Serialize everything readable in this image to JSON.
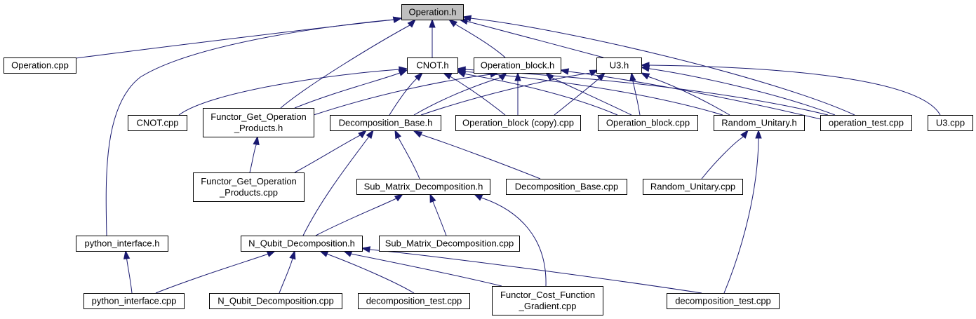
{
  "diagram": {
    "type": "include-dependency-graph",
    "nodes": [
      {
        "id": "operation_h",
        "lines": [
          "Operation.h"
        ],
        "root": true
      },
      {
        "id": "operation_cpp",
        "lines": [
          "Operation.cpp"
        ]
      },
      {
        "id": "cnot_h",
        "lines": [
          "CNOT.h"
        ]
      },
      {
        "id": "operation_block_h",
        "lines": [
          "Operation_block.h"
        ]
      },
      {
        "id": "u3_h",
        "lines": [
          "U3.h"
        ]
      },
      {
        "id": "cnot_cpp",
        "lines": [
          "CNOT.cpp"
        ]
      },
      {
        "id": "functor_get_h",
        "lines": [
          "Functor_Get_Operation",
          "_Products.h"
        ]
      },
      {
        "id": "decomposition_base_h",
        "lines": [
          "Decomposition_Base.h"
        ]
      },
      {
        "id": "operation_block_copy_cpp",
        "lines": [
          "Operation_block (copy).cpp"
        ]
      },
      {
        "id": "operation_block_cpp",
        "lines": [
          "Operation_block.cpp"
        ]
      },
      {
        "id": "random_unitary_h",
        "lines": [
          "Random_Unitary.h"
        ]
      },
      {
        "id": "operation_test_cpp",
        "lines": [
          "operation_test.cpp"
        ]
      },
      {
        "id": "u3_cpp",
        "lines": [
          "U3.cpp"
        ]
      },
      {
        "id": "functor_get_cpp",
        "lines": [
          "Functor_Get_Operation",
          "_Products.cpp"
        ]
      },
      {
        "id": "sub_matrix_h",
        "lines": [
          "Sub_Matrix_Decomposition.h"
        ]
      },
      {
        "id": "decomposition_base_cpp",
        "lines": [
          "Decomposition_Base.cpp"
        ]
      },
      {
        "id": "random_unitary_cpp",
        "lines": [
          "Random_Unitary.cpp"
        ]
      },
      {
        "id": "python_interface_h",
        "lines": [
          "python_interface.h"
        ]
      },
      {
        "id": "n_qubit_h",
        "lines": [
          "N_Qubit_Decomposition.h"
        ]
      },
      {
        "id": "sub_matrix_cpp",
        "lines": [
          "Sub_Matrix_Decomposition.cpp"
        ]
      },
      {
        "id": "python_interface_cpp",
        "lines": [
          "python_interface.cpp"
        ]
      },
      {
        "id": "n_qubit_cpp",
        "lines": [
          "N_Qubit_Decomposition.cpp"
        ]
      },
      {
        "id": "decomposition_test_cpp_a",
        "lines": [
          "decomposition_test.cpp"
        ]
      },
      {
        "id": "functor_cost_cpp",
        "lines": [
          "Functor_Cost_Function",
          "_Gradient.cpp"
        ]
      },
      {
        "id": "decomposition_test_cpp_b",
        "lines": [
          "decomposition_test.cpp"
        ]
      }
    ],
    "edges": [
      {
        "from": "operation_cpp",
        "to": "operation_h"
      },
      {
        "from": "cnot_h",
        "to": "operation_h"
      },
      {
        "from": "operation_block_h",
        "to": "operation_h"
      },
      {
        "from": "u3_h",
        "to": "operation_h"
      },
      {
        "from": "functor_get_h",
        "to": "operation_h"
      },
      {
        "from": "python_interface_h",
        "to": "operation_h"
      },
      {
        "from": "operation_test_cpp",
        "to": "operation_h"
      },
      {
        "from": "cnot_cpp",
        "to": "cnot_h"
      },
      {
        "from": "functor_get_h",
        "to": "cnot_h"
      },
      {
        "from": "decomposition_base_h",
        "to": "cnot_h"
      },
      {
        "from": "operation_block_copy_cpp",
        "to": "cnot_h"
      },
      {
        "from": "operation_block_cpp",
        "to": "cnot_h"
      },
      {
        "from": "random_unitary_h",
        "to": "cnot_h"
      },
      {
        "from": "operation_test_cpp",
        "to": "cnot_h"
      },
      {
        "from": "functor_get_h",
        "to": "operation_block_h"
      },
      {
        "from": "decomposition_base_h",
        "to": "operation_block_h"
      },
      {
        "from": "operation_block_copy_cpp",
        "to": "operation_block_h"
      },
      {
        "from": "operation_block_cpp",
        "to": "operation_block_h"
      },
      {
        "from": "operation_test_cpp",
        "to": "operation_block_h"
      },
      {
        "from": "decomposition_base_h",
        "to": "u3_h"
      },
      {
        "from": "operation_block_copy_cpp",
        "to": "u3_h"
      },
      {
        "from": "operation_block_cpp",
        "to": "u3_h"
      },
      {
        "from": "random_unitary_h",
        "to": "u3_h"
      },
      {
        "from": "operation_test_cpp",
        "to": "u3_h"
      },
      {
        "from": "u3_cpp",
        "to": "u3_h"
      },
      {
        "from": "functor_get_cpp",
        "to": "functor_get_h"
      },
      {
        "from": "functor_get_cpp",
        "to": "decomposition_base_h"
      },
      {
        "from": "sub_matrix_h",
        "to": "decomposition_base_h"
      },
      {
        "from": "decomposition_base_cpp",
        "to": "decomposition_base_h"
      },
      {
        "from": "n_qubit_h",
        "to": "decomposition_base_h"
      },
      {
        "from": "random_unitary_cpp",
        "to": "random_unitary_h"
      },
      {
        "from": "decomposition_test_cpp_b",
        "to": "random_unitary_h"
      },
      {
        "from": "n_qubit_h",
        "to": "sub_matrix_h"
      },
      {
        "from": "sub_matrix_cpp",
        "to": "sub_matrix_h"
      },
      {
        "from": "functor_cost_cpp",
        "to": "sub_matrix_h"
      },
      {
        "from": "python_interface_cpp",
        "to": "python_interface_h"
      },
      {
        "from": "python_interface_cpp",
        "to": "n_qubit_h"
      },
      {
        "from": "n_qubit_cpp",
        "to": "n_qubit_h"
      },
      {
        "from": "decomposition_test_cpp_a",
        "to": "n_qubit_h"
      },
      {
        "from": "functor_cost_cpp",
        "to": "n_qubit_h"
      },
      {
        "from": "decomposition_test_cpp_b",
        "to": "n_qubit_h"
      }
    ]
  },
  "colors": {
    "edge": "#191970",
    "root_fill": "#bfbfbf",
    "node_fill": "#ffffff",
    "node_border": "#000000"
  }
}
